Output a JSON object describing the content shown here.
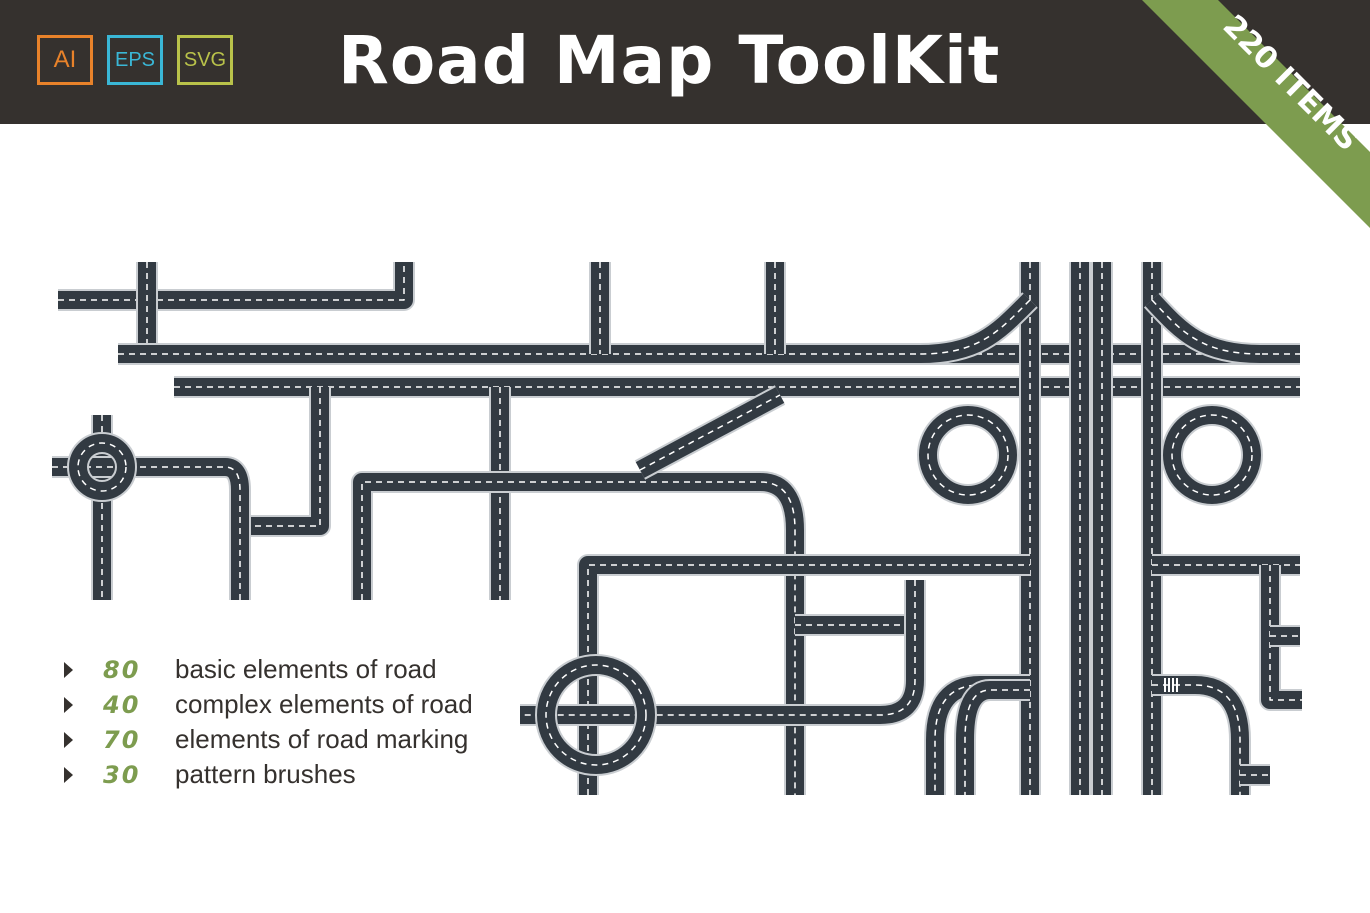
{
  "header": {
    "formats": [
      {
        "label": "AI",
        "color": "#e8822a"
      },
      {
        "label": "EPS",
        "color": "#3ab7d6"
      },
      {
        "label": "SVG",
        "color": "#b9c24a"
      }
    ],
    "title": "Road Map ToolKit",
    "background": "#35312e"
  },
  "ribbon": {
    "text": "220 ITEMS",
    "color": "#7d9c4f"
  },
  "features": [
    {
      "count": "80",
      "text": "basic elements of road"
    },
    {
      "count": "40",
      "text": "complex elements of road"
    },
    {
      "count": "70",
      "text": "elements of road marking"
    },
    {
      "count": "30",
      "text": "pattern brushes"
    }
  ],
  "colors": {
    "road": "#323a42",
    "marking": "#ffffff",
    "accent": "#7d9c4f"
  }
}
